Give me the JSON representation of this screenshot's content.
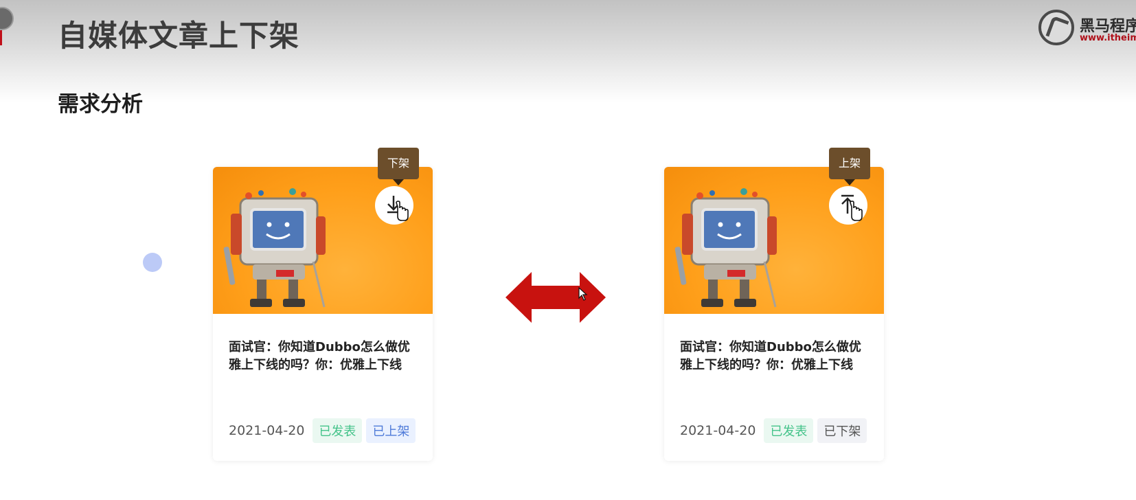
{
  "header": {
    "title": "自媒体文章上下架",
    "logo": {
      "name": "黑马程序",
      "url": "www.itheima"
    }
  },
  "section": {
    "title": "需求分析"
  },
  "cards": [
    {
      "title": "面试官：你知道Dubbo怎么做优雅上下线的吗？你：优雅上下线",
      "date": "2021-04-20",
      "status_tag": "已发表",
      "shelf_tag": "已上架",
      "action_tooltip": "下架",
      "action_icon": "download-arrow-icon"
    },
    {
      "title": "面试官：你知道Dubbo怎么做优雅上下线的吗？你：优雅上下线",
      "date": "2021-04-20",
      "status_tag": "已发表",
      "shelf_tag": "已下架",
      "action_tooltip": "上架",
      "action_icon": "upload-arrow-icon"
    }
  ],
  "colors": {
    "image_bg": "#ff9f1a",
    "tag_green": "#44c38a",
    "tag_blue": "#4f7bd9",
    "swap_arrow": "#c8120f",
    "tooltip_bg": "#6c4e2b"
  }
}
